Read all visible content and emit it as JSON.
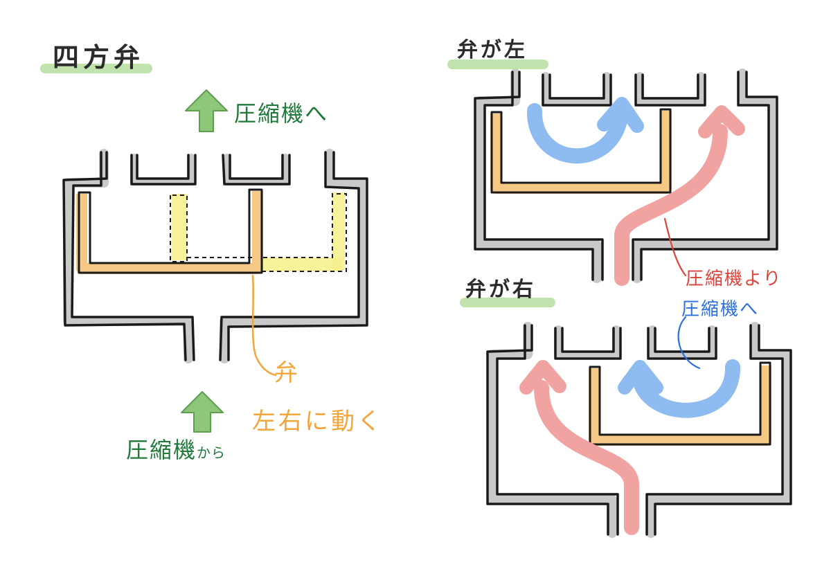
{
  "labels": {
    "main_title": "四方弁",
    "to_compressor_top": "圧縮機へ",
    "valve": "弁",
    "moves_lr": "左右に動く",
    "from_compressor_kanji": "圧縮機",
    "from_compressor_kana": "から",
    "valve_left": "弁が左",
    "valve_right": "弁が右",
    "from_compressor_red": "圧縮機より",
    "to_compressor_blue": "圧縮機へ"
  },
  "colors": {
    "wall": "#c9c9c9",
    "outline": "#1a1a1a",
    "valve": "#f6c886",
    "valve_outline": "#f2a53a",
    "alt_valve": "#f7f08a",
    "green_arrow": "#8dc77a",
    "blue_arrow": "#8fbcf0",
    "red_arrow": "#f0a3a0",
    "highlight": "#b6dfa0"
  },
  "icons": [
    "up-arrow-icon"
  ]
}
